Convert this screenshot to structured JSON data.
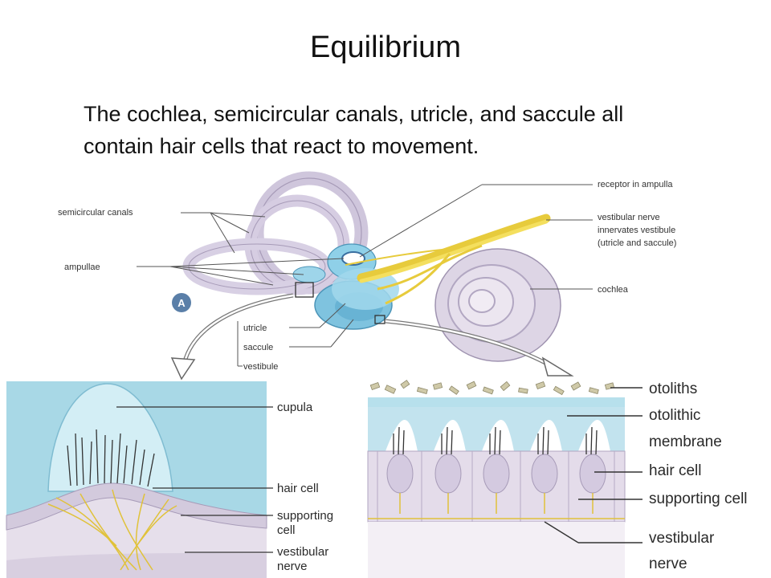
{
  "title": "Equilibrium",
  "body": {
    "line1": "The cochlea, semicircular canals, utricle, and saccule all",
    "line2": "contain hair cells that react to movement."
  },
  "figure": {
    "panel_letter": "A",
    "top_labels": {
      "semicircular_canals": "semicircular canals",
      "ampullae": "ampullae",
      "receptor_in_ampulla": "receptor in ampulla",
      "vestibular_nerve_1": "vestibular nerve",
      "vestibular_nerve_2": "innervates vestibule",
      "vestibular_nerve_3": "(utricle and saccule)",
      "cochlea": "cochlea",
      "utricle": "utricle",
      "saccule": "saccule",
      "vestibule": "vestibule"
    },
    "left_labels": {
      "cupula": "cupula",
      "hair_cell": "hair cell",
      "supporting_1": "supporting",
      "supporting_2": "cell",
      "vestibular_1": "vestibular",
      "vestibular_2": "nerve"
    },
    "right_labels": {
      "otoliths": "otoliths",
      "otolithic_1": "otolithic",
      "otolithic_2": "membrane",
      "hair_cell": "hair cell",
      "supporting_cell": "supporting cell",
      "vestibular_1": "vestibular",
      "vestibular_2": "nerve"
    }
  }
}
